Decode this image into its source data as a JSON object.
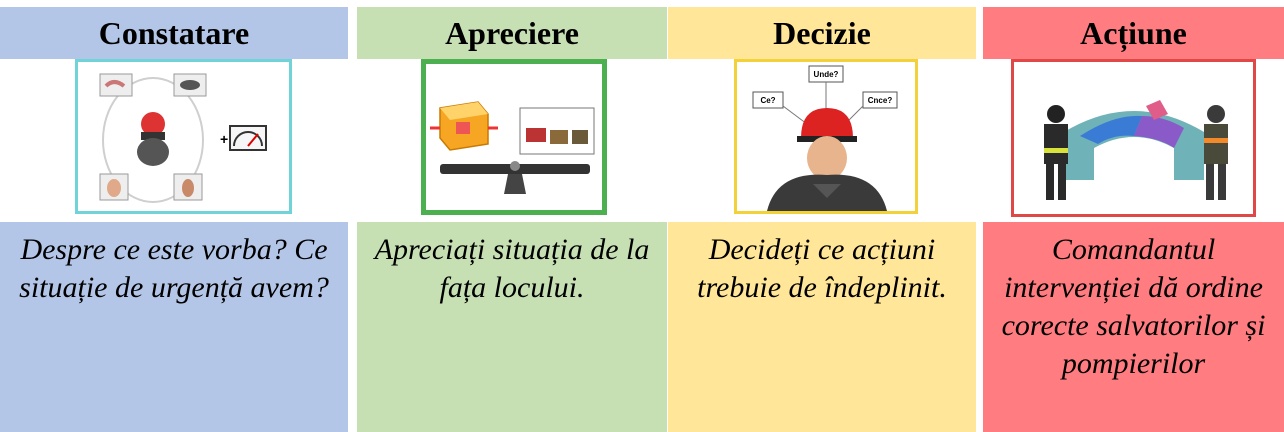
{
  "columns": [
    {
      "title": "Constatare",
      "text": "Despre ce este vorba? Ce situație de urgență avem?",
      "color": "#b4c6e7",
      "frame_color": "#6fd3d8",
      "icon": "observation-diagram-icon"
    },
    {
      "title": "Apreciere",
      "text": "Apreciați situația de la fața locului.",
      "color": "#c6e0b4",
      "frame_color": "#4caf50",
      "icon": "balance-scale-icon"
    },
    {
      "title": "Decizie",
      "text": "Decideți ce acțiuni trebuie de îndeplinit.",
      "color": "#ffe699",
      "frame_color": "#f2d13a",
      "icon": "firefighter-thinking-icon",
      "bubbles": [
        "Unde?",
        "Ce?",
        "Cnce?"
      ]
    },
    {
      "title": "Acțiune",
      "text": "Comandantul intervenției dă ordine corecte salvatorilor și pompierilor",
      "color": "#ff7c80",
      "frame_color": "#e04848",
      "icon": "firefighters-action-icon"
    }
  ]
}
